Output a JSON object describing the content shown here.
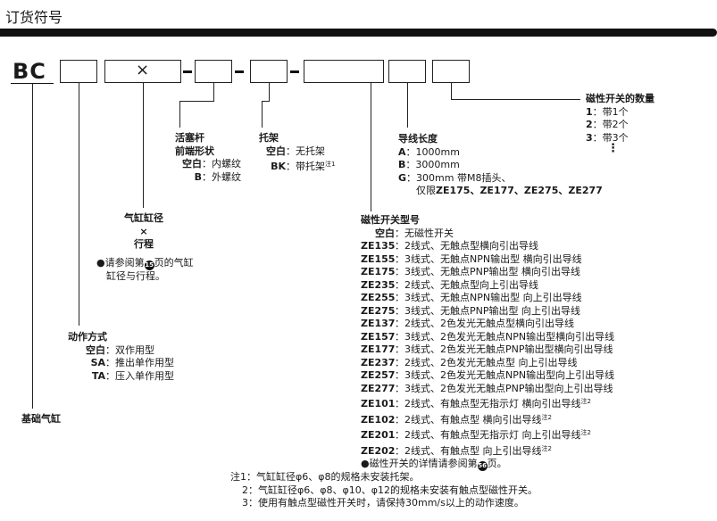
{
  "title": "订货符号",
  "model_prefix": "BC",
  "cross": "×",
  "cylinder_base": "基础气缸",
  "action": {
    "heading": "动作方式",
    "items": [
      {
        "code": "空白",
        "sep": "：",
        "text": "双作用型"
      },
      {
        "code": "SA",
        "sep": "：",
        "text": "推出单作用型"
      },
      {
        "code": "TA",
        "sep": "：",
        "text": "压入单作用型"
      }
    ]
  },
  "bore": {
    "line1": "气缸缸径",
    "line2": "×",
    "line3": "行程",
    "note_pre": "●请参阅第",
    "note_page": "15",
    "note_post": "页的气缸",
    "note_line2": "缸径与行程。"
  },
  "rod": {
    "heading1": "活塞杆",
    "heading2": "前端形状",
    "items": [
      {
        "code": "空白",
        "sep": "：",
        "text": "内螺纹"
      },
      {
        "code": "B",
        "sep": "：",
        "text": "外螺纹"
      }
    ]
  },
  "bracket": {
    "heading": "托架",
    "items": [
      {
        "code": "空白",
        "sep": "：",
        "text": "无托架"
      },
      {
        "code": "BK",
        "sep": "：",
        "text": "带托架",
        "sup": "注1"
      }
    ]
  },
  "wire": {
    "heading": "导线长度",
    "items": [
      {
        "code": "A",
        "sep": "：",
        "text": "1000mm"
      },
      {
        "code": "B",
        "sep": "：",
        "text": "3000mm"
      },
      {
        "code": "G",
        "sep": "：",
        "text": "300mm 带M8插头、"
      }
    ],
    "g_line2_pre": "仅限",
    "g_line2_models": "ZE175、ZE177、ZE275、ZE277"
  },
  "switch_qty": {
    "heading": "磁性开关的数量",
    "items": [
      {
        "code": "1",
        "sep": "：",
        "text": "带1个"
      },
      {
        "code": "2",
        "sep": "：",
        "text": "带2个"
      },
      {
        "code": "3",
        "sep": "：",
        "text": "带3个"
      }
    ],
    "more": "⋮"
  },
  "switch_type": {
    "heading": "磁性开关型号",
    "items": [
      {
        "code": "空白",
        "sep": "：",
        "text": "无磁性开关",
        "sup": ""
      },
      {
        "code": "ZE135",
        "sep": "：",
        "text": "2线式、无触点型横向引出导线",
        "sup": ""
      },
      {
        "code": "ZE155",
        "sep": "：",
        "text": "3线式、无触点NPN输出型 横向引出导线",
        "sup": ""
      },
      {
        "code": "ZE175",
        "sep": "：",
        "text": "3线式、无触点PNP输出型 横向引出导线",
        "sup": ""
      },
      {
        "code": "ZE235",
        "sep": "：",
        "text": "2线式、无触点型向上引出导线",
        "sup": ""
      },
      {
        "code": "ZE255",
        "sep": "：",
        "text": "3线式、无触点NPN输出型 向上引出导线",
        "sup": ""
      },
      {
        "code": "ZE275",
        "sep": "：",
        "text": "3线式、无触点PNP输出型 向上引出导线",
        "sup": ""
      },
      {
        "code": "ZE137",
        "sep": "：",
        "text": "2线式、2色发光无触点型横向引出导线",
        "sup": ""
      },
      {
        "code": "ZE157",
        "sep": "：",
        "text": "3线式、2色发光无触点NPN输出型横向引出导线",
        "sup": ""
      },
      {
        "code": "ZE177",
        "sep": "：",
        "text": "3线式、2色发光无触点PNP输出型横向引出导线",
        "sup": ""
      },
      {
        "code": "ZE237",
        "sep": "：",
        "text": "2线式、2色发光无触点型 向上引出导线",
        "sup": ""
      },
      {
        "code": "ZE257",
        "sep": "：",
        "text": "3线式、2色发光无触点NPN输出型向上引出导线",
        "sup": ""
      },
      {
        "code": "ZE277",
        "sep": "：",
        "text": "3线式、2色发光无触点PNP输出型向上引出导线",
        "sup": ""
      },
      {
        "code": "ZE101",
        "sep": "：",
        "text": "2线式、有触点型无指示灯 横向引出导线",
        "sup": "注2"
      },
      {
        "code": "ZE102",
        "sep": "：",
        "text": "2线式、有触点型 横向引出导线",
        "sup": "注2"
      },
      {
        "code": "ZE201",
        "sep": "：",
        "text": "2线式、有触点型无指示灯 向上引出导线",
        "sup": "注2"
      },
      {
        "code": "ZE202",
        "sep": "：",
        "text": "2线式、有触点型 向上引出导线",
        "sup": "注2"
      }
    ],
    "note_pre": "●磁性开关的详情请参阅第",
    "note_page": "56",
    "note_post": "页。"
  },
  "notes": [
    "注1：气缸缸径φ6、φ8的规格未安装托架。",
    "2：气缸缸径φ6、φ8、φ10、φ12的规格未安装有触点型磁性开关。",
    "3：使用有触点型磁性开关时，请保持30mm/s以上的动作速度。"
  ]
}
